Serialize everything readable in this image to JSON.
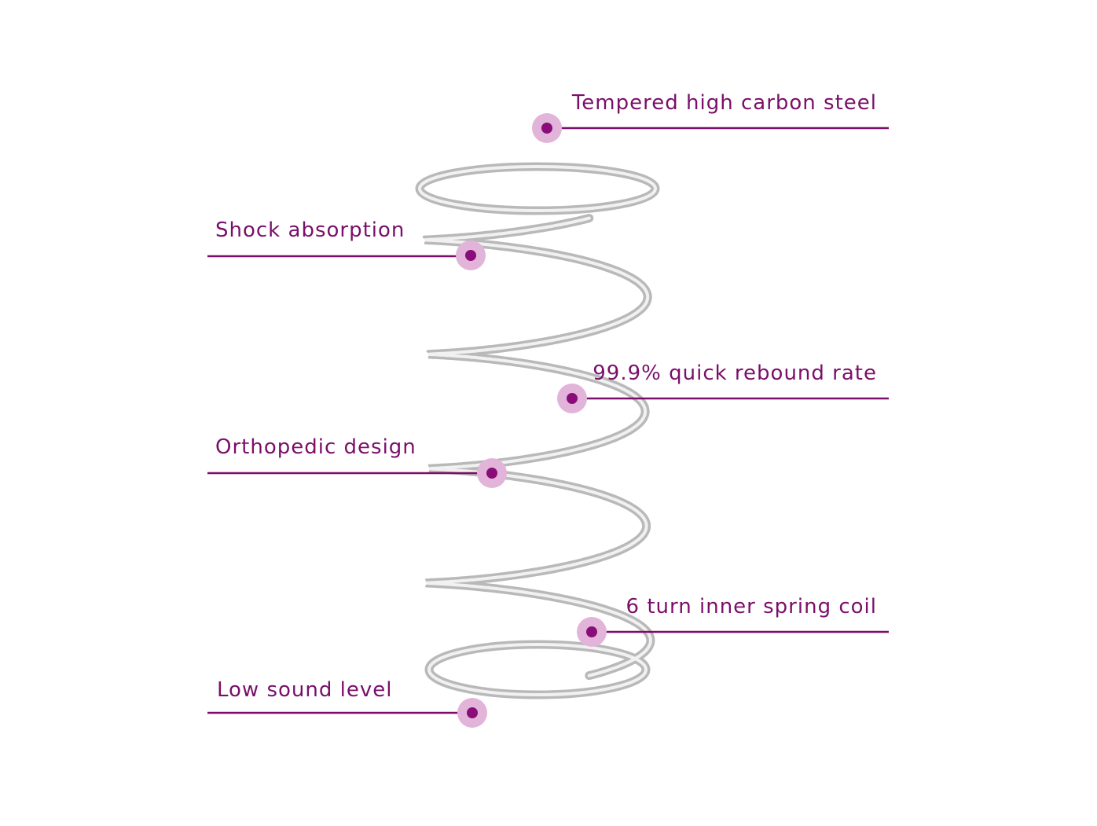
{
  "theme": {
    "accent": "#7a0f6a",
    "dot": "#8a0c78",
    "halo": "#e2b4da",
    "wire": "#b9b9b9",
    "wire_light": "#f1f1f1"
  },
  "callouts": [
    {
      "id": "tempered-steel",
      "text": "Tempered high carbon steel",
      "side": "right"
    },
    {
      "id": "shock-absorption",
      "text": "Shock absorption",
      "side": "left"
    },
    {
      "id": "quick-rebound",
      "text": "99.9% quick rebound rate",
      "side": "right"
    },
    {
      "id": "orthopedic",
      "text": "Orthopedic design",
      "side": "left"
    },
    {
      "id": "inner-coil",
      "text": "6 turn inner spring coil",
      "side": "right"
    },
    {
      "id": "low-sound",
      "text": "Low sound level",
      "side": "left"
    }
  ]
}
